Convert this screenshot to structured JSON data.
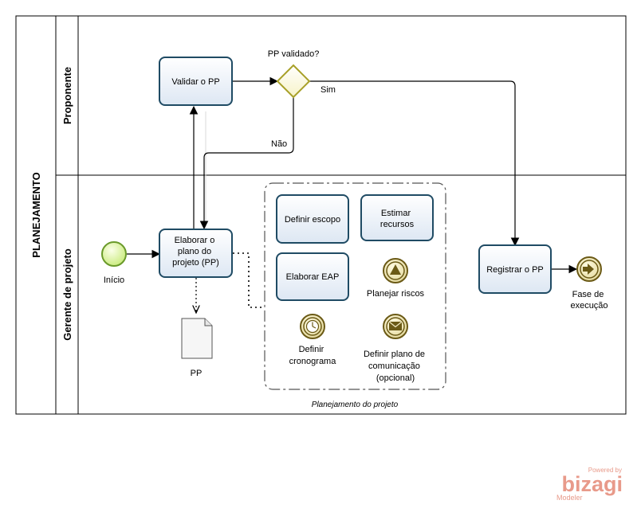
{
  "pool": {
    "title": "PLANEJAMENTO"
  },
  "lanes": [
    {
      "label": "Proponente"
    },
    {
      "label": "Gerente de projeto"
    }
  ],
  "tasks": {
    "validar": "Validar o PP",
    "elaborar": [
      "Elaborar o",
      "plano do",
      "projeto (PP)"
    ],
    "definir_escopo": "Definir escopo",
    "estimar": [
      "Estimar",
      "recursos"
    ],
    "elaborar_eap": "Elaborar EAP",
    "registrar": "Registrar o PP"
  },
  "events": {
    "inicio": "Início",
    "fase": [
      "Fase de",
      "execução"
    ],
    "planejar_riscos": "Planejar riscos",
    "cronograma": [
      "Definir",
      "cronograma"
    ],
    "comunicacao": [
      "Definir plano de",
      "comunicação",
      "(opcional)"
    ]
  },
  "gateway": {
    "question": "PP validado?",
    "yes": "Sim",
    "no": "Não"
  },
  "artifact": {
    "label": "PP"
  },
  "group": {
    "label": "Planejamento do projeto"
  },
  "branding": {
    "powered": "Powered by",
    "brand": "bizagi",
    "product": "Modeler"
  },
  "colors": {
    "task_fill": "#eef3fa",
    "task_stroke": "#1f4b64",
    "start_fill": "#e0f5a8",
    "start_stroke": "#6a9a2a",
    "gateway_fill": "#fffde0",
    "gateway_stroke": "#a8a028",
    "event_stroke": "#6b5a16",
    "brand": "#e89a8a"
  }
}
